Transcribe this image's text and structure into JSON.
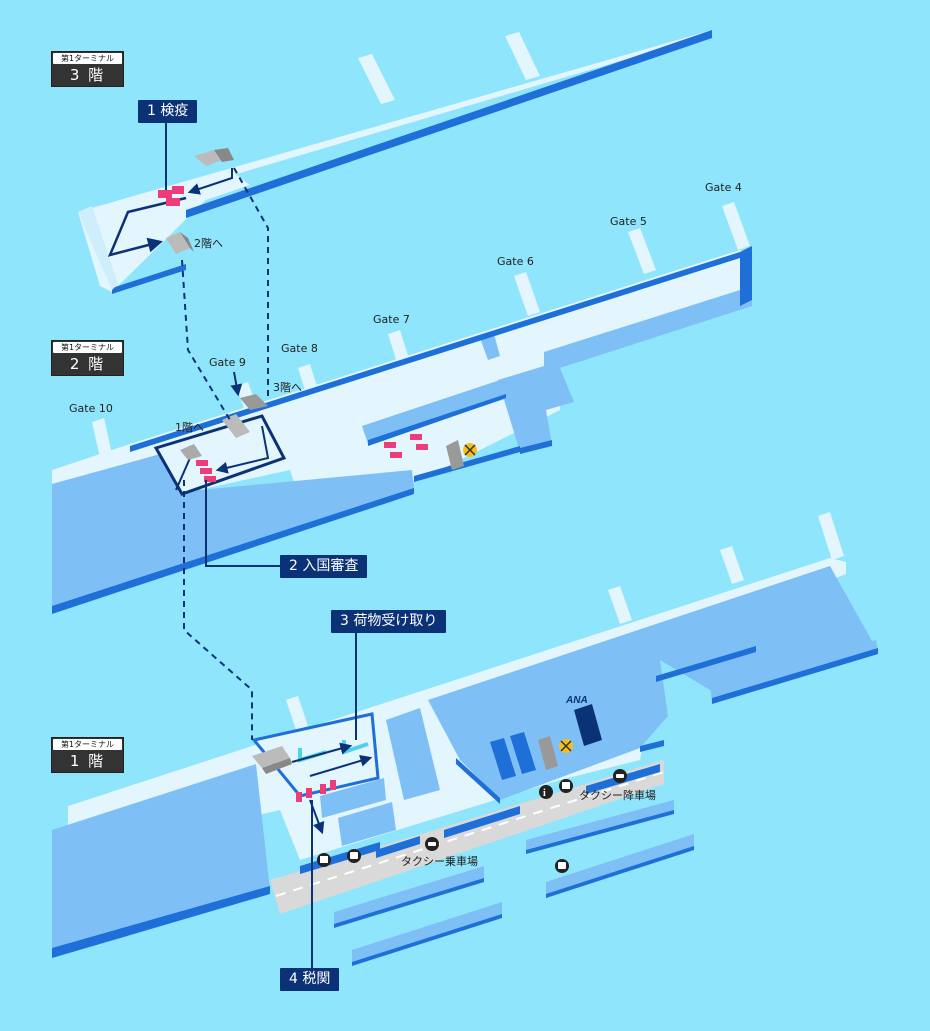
{
  "floors": {
    "f3": {
      "terminal": "第1ターミナル",
      "floor": "3 階"
    },
    "f2": {
      "terminal": "第1ターミナル",
      "floor": "2 階"
    },
    "f1": {
      "terminal": "第1ターミナル",
      "floor": "1 階"
    }
  },
  "steps": {
    "s1": "1 検疫",
    "s2": "2 入国審査",
    "s3": "3 荷物受け取り",
    "s4": "4 税関"
  },
  "gates": {
    "g4": "Gate 4",
    "g5": "Gate 5",
    "g6": "Gate 6",
    "g7": "Gate 7",
    "g8": "Gate 8",
    "g9": "Gate 9",
    "g10": "Gate 10"
  },
  "labels": {
    "to2f": "2階へ",
    "to3f": "3階へ",
    "to1f": "1階へ",
    "taxi_drop": "タクシー降車場",
    "taxi_board": "タクシー乗車場",
    "airline": "ANA"
  },
  "colors": {
    "background": "#8fe5fb",
    "floor_light": "#e3f5fd",
    "wall_blue": "#1e6fd8",
    "building_blue": "#7ec0f6",
    "counter_pink": "#ec3d7a",
    "route_navy": "#0b3277"
  },
  "icons": [
    "escalator-icon",
    "smoking-area-icon",
    "information-icon",
    "currency-exchange-icon",
    "bus-icon",
    "taxi-icon",
    "elevator-icon"
  ]
}
